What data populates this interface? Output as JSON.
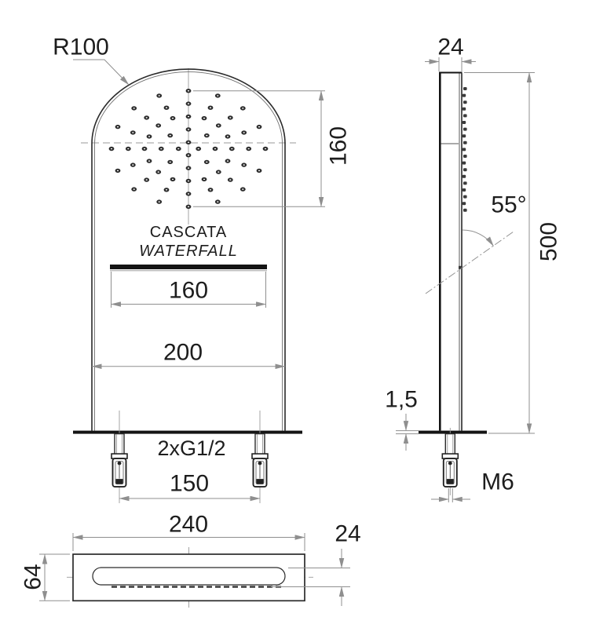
{
  "drawing_title": "waterfall-shower-head-technical-drawing",
  "colors": {
    "line": "#2a2a2a",
    "dim_line": "#8f8f8f",
    "text": "#1d1d1d",
    "background": "#ffffff",
    "hole_fill": "#2d2d2d"
  },
  "front_view": {
    "radius_label": "R100",
    "spray_height_dim": "160",
    "brand_line1": "CASCATA",
    "brand_line2": "WATERFALL",
    "slot_width_dim": "160",
    "body_width_dim": "200",
    "connections_label": "2xG1/2",
    "connection_spacing_dim": "150",
    "holes": [
      [
        240,
        115.7
      ],
      [
        240,
        132.1
      ],
      [
        240,
        148.5
      ],
      [
        240,
        164.9
      ],
      [
        240,
        181.3
      ],
      [
        240,
        197.7
      ],
      [
        240,
        214.1
      ],
      [
        240,
        230.5
      ],
      [
        240,
        246.9
      ],
      [
        240,
        263.3
      ],
      [
        142,
        189.5
      ],
      [
        163.3,
        189.5
      ],
      [
        184,
        189.5
      ],
      [
        205.3,
        189.5
      ],
      [
        227.3,
        189.5
      ],
      [
        252.7,
        189.5
      ],
      [
        274,
        189.5
      ],
      [
        295.3,
        189.5
      ],
      [
        316.7,
        189.5
      ],
      [
        338,
        189.5
      ],
      [
        202.7,
        121.9
      ],
      [
        212,
        137.2
      ],
      [
        170.7,
        137.9
      ],
      [
        186.7,
        149.9
      ],
      [
        220,
        150.6
      ],
      [
        150,
        161.6
      ],
      [
        201.7,
        159.9
      ],
      [
        169.3,
        168.9
      ],
      [
        190,
        173.9
      ],
      [
        216.7,
        172.6
      ],
      [
        277.3,
        121.9
      ],
      [
        268,
        137.2
      ],
      [
        309.3,
        137.9
      ],
      [
        293.3,
        149.9
      ],
      [
        260,
        150.6
      ],
      [
        330,
        161.6
      ],
      [
        278.3,
        159.9
      ],
      [
        310.7,
        168.9
      ],
      [
        290,
        173.9
      ],
      [
        263.3,
        172.6
      ],
      [
        202.7,
        257.1
      ],
      [
        212,
        241.8
      ],
      [
        170.7,
        241.1
      ],
      [
        186.7,
        229.1
      ],
      [
        220,
        228.4
      ],
      [
        150,
        217.4
      ],
      [
        201.7,
        219.1
      ],
      [
        169.3,
        210.1
      ],
      [
        190,
        205.1
      ],
      [
        216.7,
        206.4
      ],
      [
        277.3,
        257.1
      ],
      [
        268,
        241.8
      ],
      [
        309.3,
        241.1
      ],
      [
        293.3,
        229.1
      ],
      [
        260,
        228.4
      ],
      [
        330,
        217.4
      ],
      [
        278.3,
        219.1
      ],
      [
        310.7,
        210.1
      ],
      [
        290,
        205.1
      ],
      [
        263.3,
        206.4
      ]
    ]
  },
  "side_view": {
    "depth_dim": "24",
    "spray_angle_label": "55°",
    "height_dim": "500",
    "plate_thickness_dim": "1,5",
    "thread_label": "M6",
    "nozzle_ys": [
      113,
      121.6,
      130.2,
      138.8,
      147.4,
      156,
      164.6,
      173.2,
      181.8,
      190.4,
      199,
      207.6,
      216.2,
      224.8,
      233.4,
      242,
      250.6,
      259.2,
      267.8
    ]
  },
  "bottom_view": {
    "width_dim": "240",
    "depth_dim": "64",
    "slot_offset_dim": "24"
  }
}
